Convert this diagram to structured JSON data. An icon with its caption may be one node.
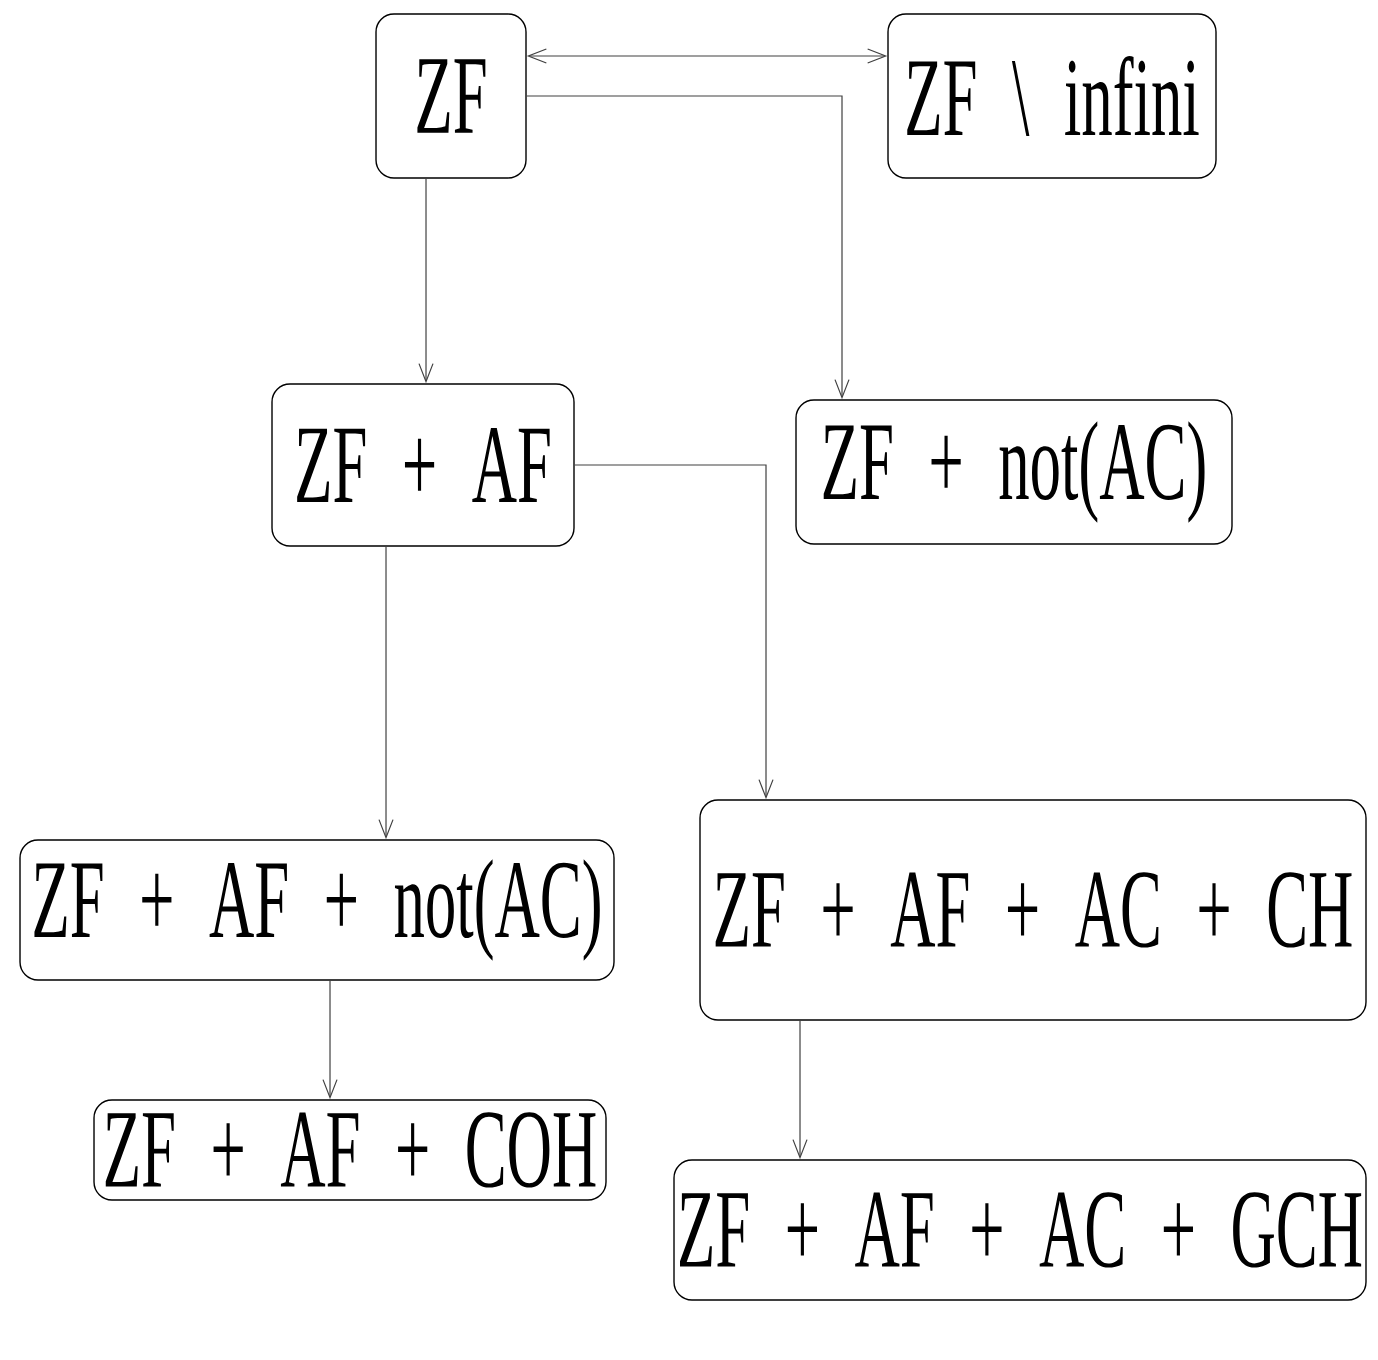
{
  "diagram": {
    "nodes": [
      {
        "text": [
          "ZF"
        ]
      },
      {
        "text": [
          "ZF \\ infini"
        ]
      },
      {
        "text": [
          "ZF + AF"
        ]
      },
      {
        "text": [
          "ZF + not(AC)"
        ]
      },
      {
        "text": [
          "ZF + AF + not(AC)"
        ]
      },
      {
        "text": [
          "ZF + AF + AC + CH"
        ]
      },
      {
        "text": [
          "ZF + AF + COH"
        ]
      },
      {
        "text": [
          "ZF + AF + AC + GCH"
        ]
      }
    ],
    "edges": [
      {
        "from": 0,
        "to": 1,
        "arrow": "both"
      },
      {
        "from": 0,
        "to": 2,
        "arrow": "to"
      },
      {
        "from": 0,
        "to": 3,
        "arrow": "to"
      },
      {
        "from": 2,
        "to": 4,
        "arrow": "to"
      },
      {
        "from": 2,
        "to": 5,
        "arrow": "to"
      },
      {
        "from": 4,
        "to": 6,
        "arrow": "to"
      },
      {
        "from": 5,
        "to": 7,
        "arrow": "to"
      }
    ]
  }
}
